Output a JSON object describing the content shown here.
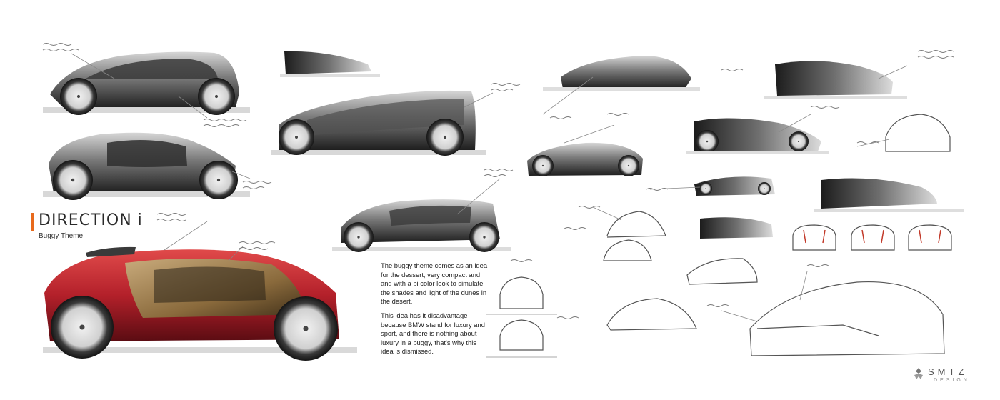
{
  "heading": {
    "title": "DIRECTION i",
    "subtitle": "Buggy Theme.",
    "accent_color": "#e86a1c"
  },
  "description": {
    "paragraph_1": "The buggy theme comes as an idea for the dessert, very compact and and with a bi color look to simulate the shades and light of the dunes in the desert.",
    "paragraph_2": "This idea has it disadvantage because BMW stand for luxury and sport, and there is nothing about luxury in a buggy, that's why this idea is dismissed."
  },
  "branding": {
    "name": "SMTZ",
    "sub": "DESIGN"
  },
  "colors": {
    "body_red": "#b3202a",
    "body_bronze": "#8a6a3c",
    "sketch_dark": "#2b2b2b"
  }
}
